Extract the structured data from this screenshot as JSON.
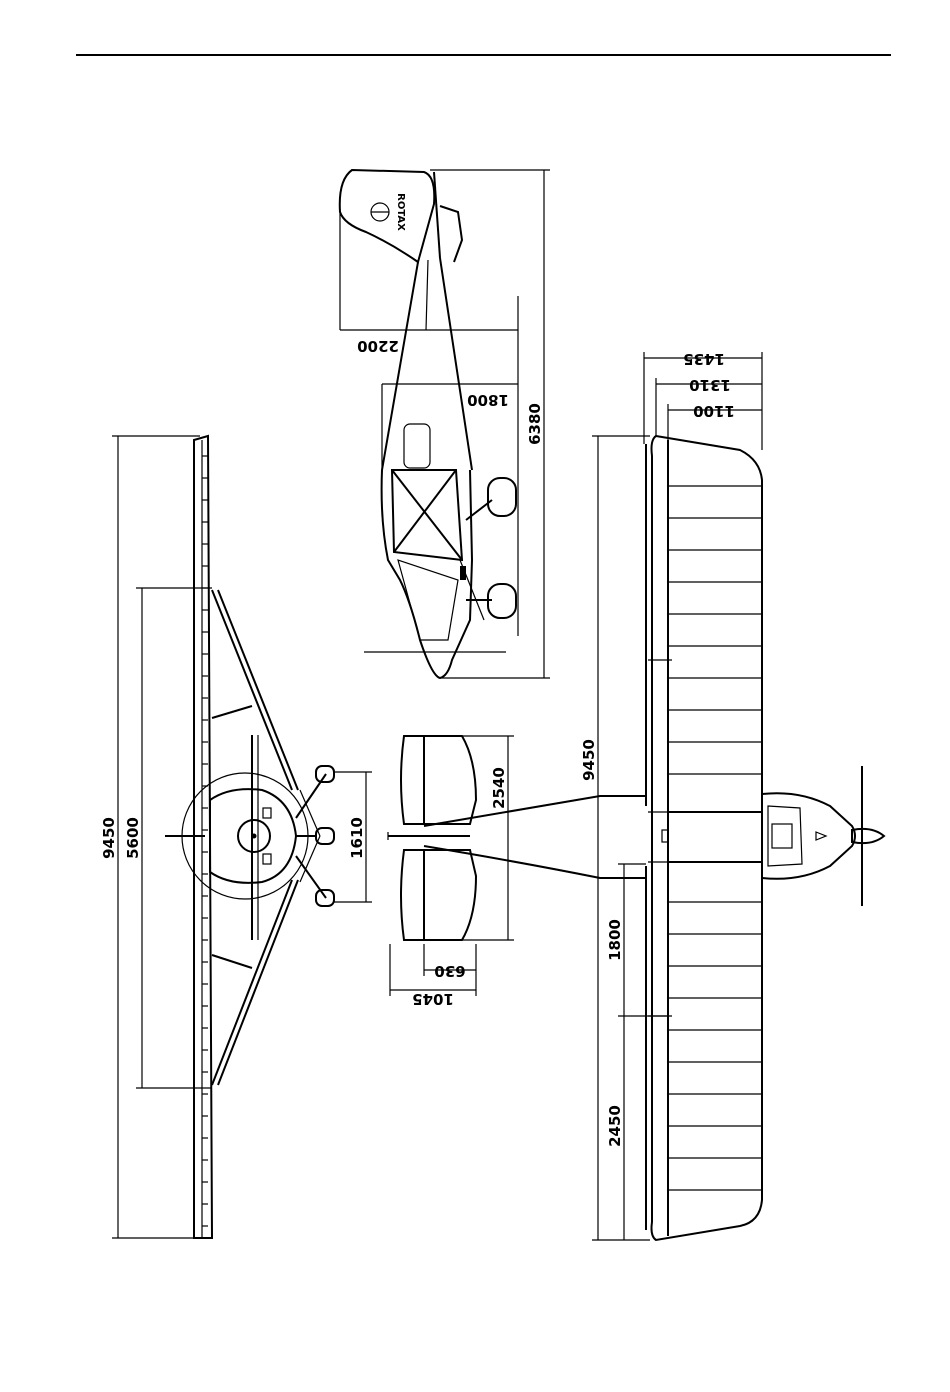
{
  "drawing": {
    "front_view": {
      "span": "9450",
      "strut_span": "5600",
      "track": "1610"
    },
    "side_view": {
      "length": "6380",
      "tail_height": "2200",
      "cabin_height": "1800",
      "tail_logo": "ROTAX"
    },
    "tail_view": {
      "stabilizer_span": "2540",
      "elevator_depth": "630",
      "stabilizer_depth": "1045"
    },
    "top_view": {
      "span": "9450",
      "chord_1": "1100",
      "chord_2": "1310",
      "chord_3": "1435",
      "flap_length": "1800",
      "aileron_length": "2450"
    }
  }
}
